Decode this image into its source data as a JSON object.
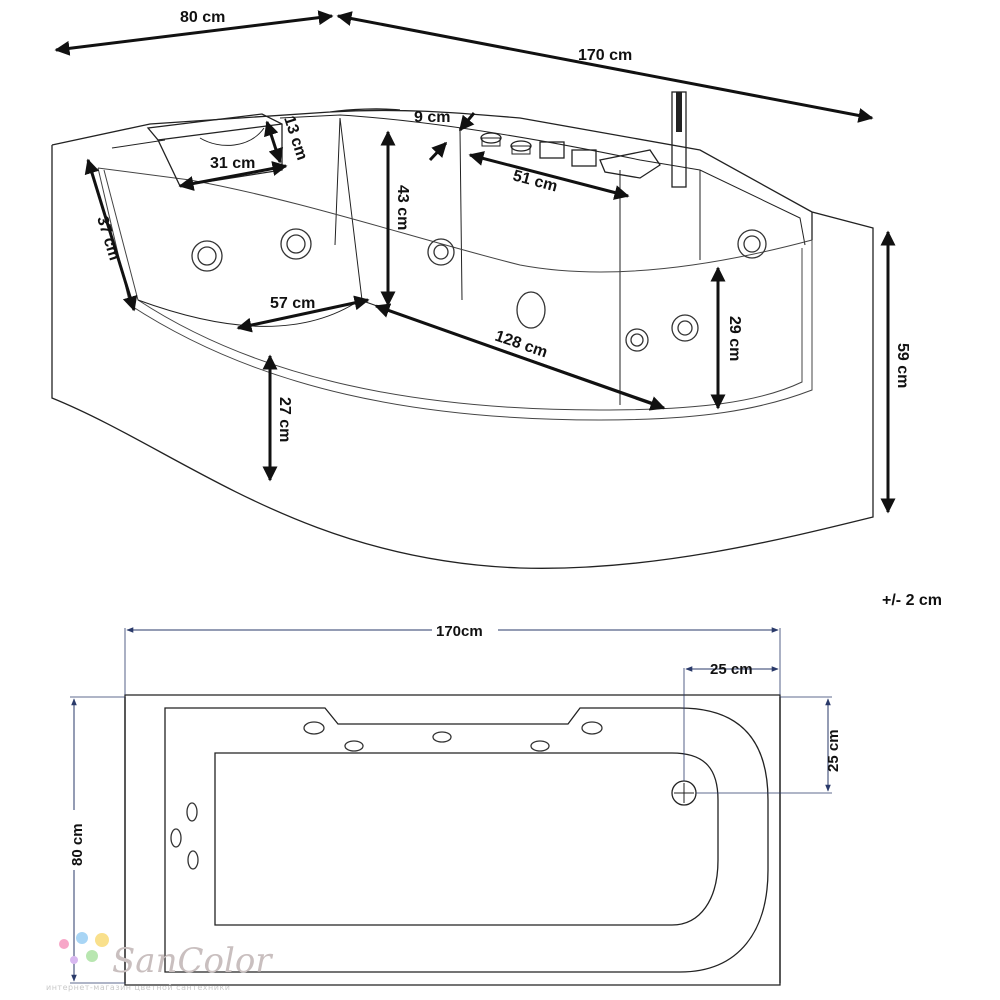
{
  "perspective_view": {
    "dim_width": "80 cm",
    "dim_length": "170 cm",
    "dim_edge": "9 cm",
    "dim_pillow_height": "13 cm",
    "dim_pillow_width": "31 cm",
    "dim_inner_depth": "43 cm",
    "dim_panel": "51 cm",
    "dim_side": "37 cm",
    "dim_bottom_width": "57 cm",
    "dim_bottom_length": "128 cm",
    "dim_glass_height": "29 cm",
    "dim_outer_height": "59 cm",
    "dim_apron": "27 cm"
  },
  "tolerance": "+/- 2 cm",
  "top_view": {
    "dim_length": "170cm",
    "dim_drain_x": "25 cm",
    "dim_drain_y": "25 cm",
    "dim_width": "80 cm"
  },
  "watermark": {
    "brand": "SanColor",
    "tagline": "интернет-магазин цветной сантехники"
  },
  "colors": {
    "line": "#222222",
    "dimension": "#2a3a6a",
    "watermark_dots": [
      "#f7a6c8",
      "#a8d5f5",
      "#f9e08c",
      "#b8e6b0",
      "#d8b8f0"
    ]
  }
}
